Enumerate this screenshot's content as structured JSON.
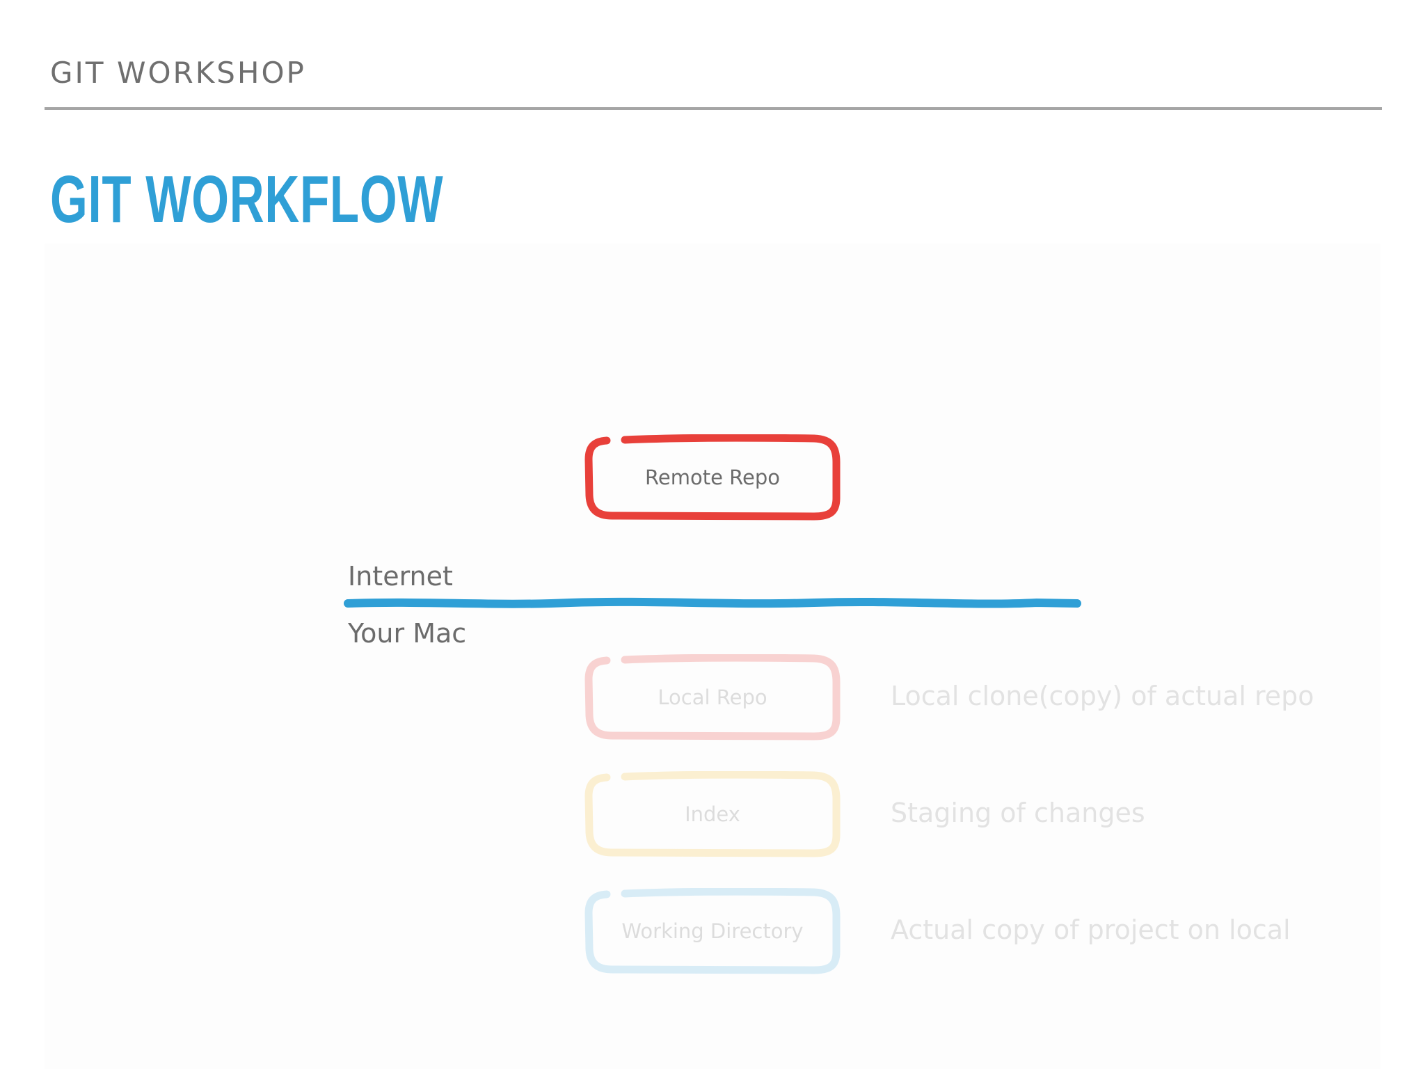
{
  "header": {
    "section": "GIT WORKSHOP"
  },
  "title": "GIT WORKFLOW",
  "diagram": {
    "remote": {
      "label": "Remote Repo",
      "color": "#e8403a"
    },
    "boundary": {
      "above_label": "Internet",
      "below_label": "Your Mac",
      "color": "#2f9fd6"
    },
    "local": {
      "label": "Local Repo",
      "color": "#e8403a",
      "description": "Local clone(copy) of actual repo"
    },
    "index": {
      "label": "Index",
      "color": "#f5c23a",
      "description": "Staging of changes"
    },
    "working": {
      "label": "Working Directory",
      "color": "#59b2e2",
      "description": "Actual copy of project on local"
    }
  }
}
